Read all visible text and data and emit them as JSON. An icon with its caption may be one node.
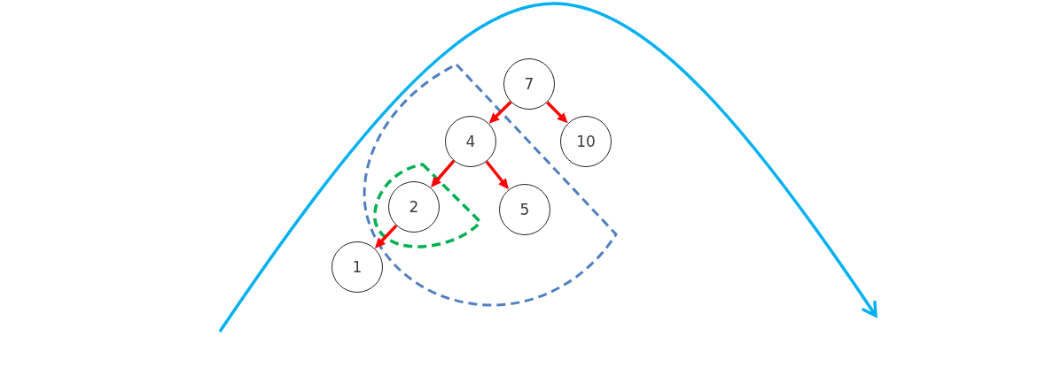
{
  "diagram": {
    "nodes": [
      {
        "text": [
          "7"
        ]
      },
      {
        "text": [
          "4"
        ]
      },
      {
        "text": [
          "10"
        ]
      },
      {
        "text": [
          "2"
        ]
      },
      {
        "text": [
          "5"
        ]
      },
      {
        "text": [
          "1"
        ]
      }
    ],
    "edges": [
      {
        "from": 0,
        "to": 1,
        "arrow": "to"
      },
      {
        "from": 0,
        "to": 2,
        "arrow": "to"
      },
      {
        "from": 1,
        "to": 3,
        "arrow": "to"
      },
      {
        "from": 1,
        "to": 4,
        "arrow": "to"
      },
      {
        "from": 3,
        "to": 5,
        "arrow": "to"
      }
    ]
  }
}
